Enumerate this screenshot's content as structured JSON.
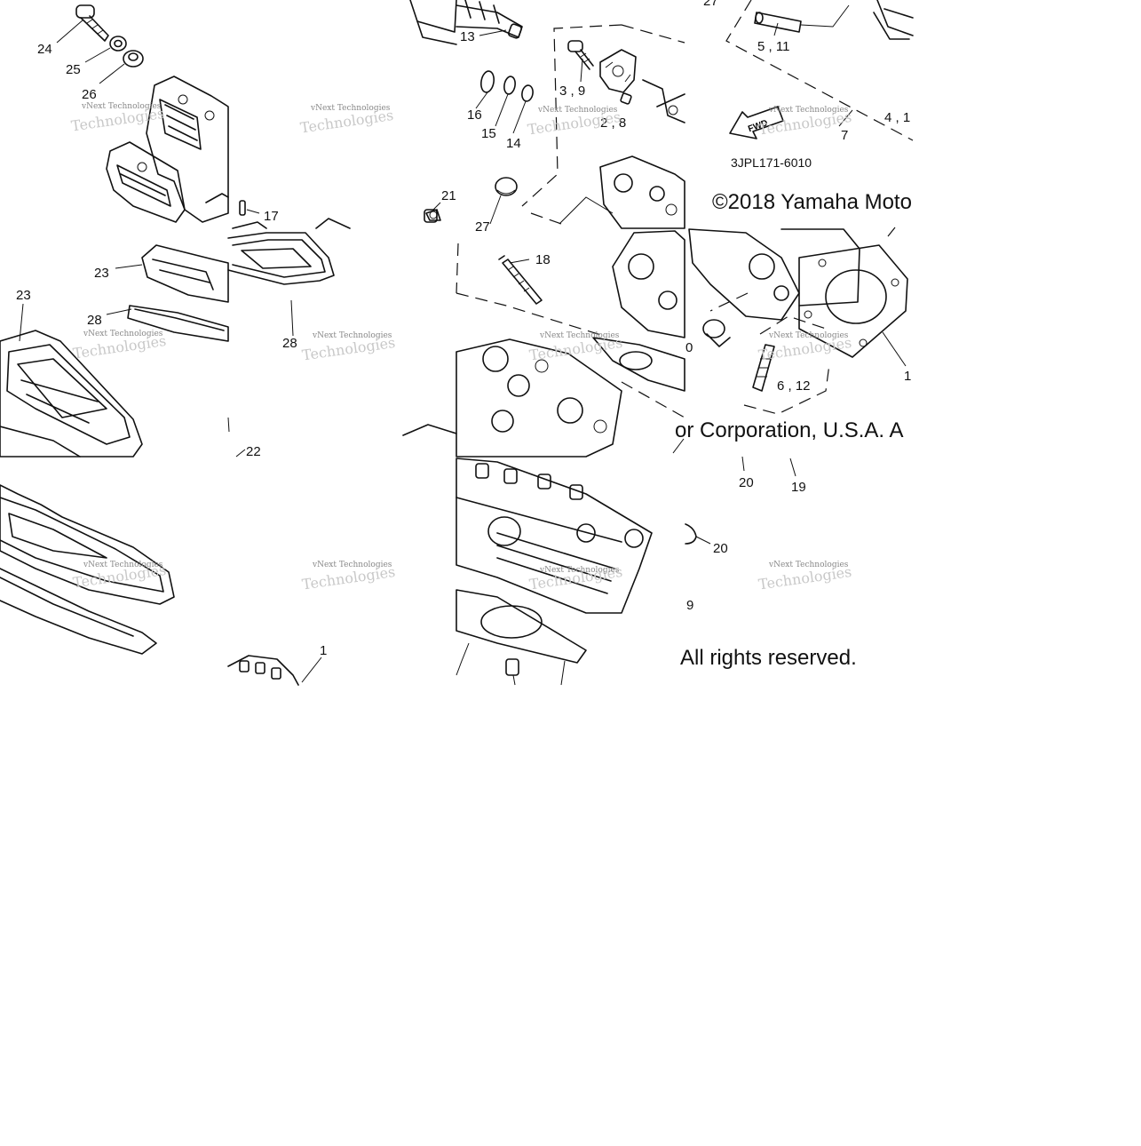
{
  "diagram": {
    "part_code": "3JPL171-6010",
    "fwd_arrow_label": "FWD",
    "copyright": {
      "line1": "©2018 Yamaha Moto",
      "line2": "or Corporation, U.S.A. A",
      "line3": "All rights reserved."
    },
    "watermark": {
      "text": "vNext Technologies",
      "shadow_text": "Technologies"
    },
    "callouts": {
      "c24": "24",
      "c25": "25",
      "c26": "26",
      "c23a": "23",
      "c23b": "23",
      "c28a": "28",
      "c28b": "28",
      "c17": "17",
      "c22": "22",
      "c1a": "1",
      "c13": "13",
      "c16": "16",
      "c15": "15",
      "c14": "14",
      "c3_9": "3 , 9",
      "c2_8": "2 , 8",
      "c21": "21",
      "c27a": "27",
      "c18": "18",
      "c27b": "27",
      "c5_11": "5 , 11",
      "c4_1": "4 , 1",
      "c7": "7",
      "c0": "0",
      "c6_12": "6 , 12",
      "c1b": "1",
      "c20a": "20",
      "c19": "19",
      "c20b": "20",
      "c9": "9"
    }
  }
}
